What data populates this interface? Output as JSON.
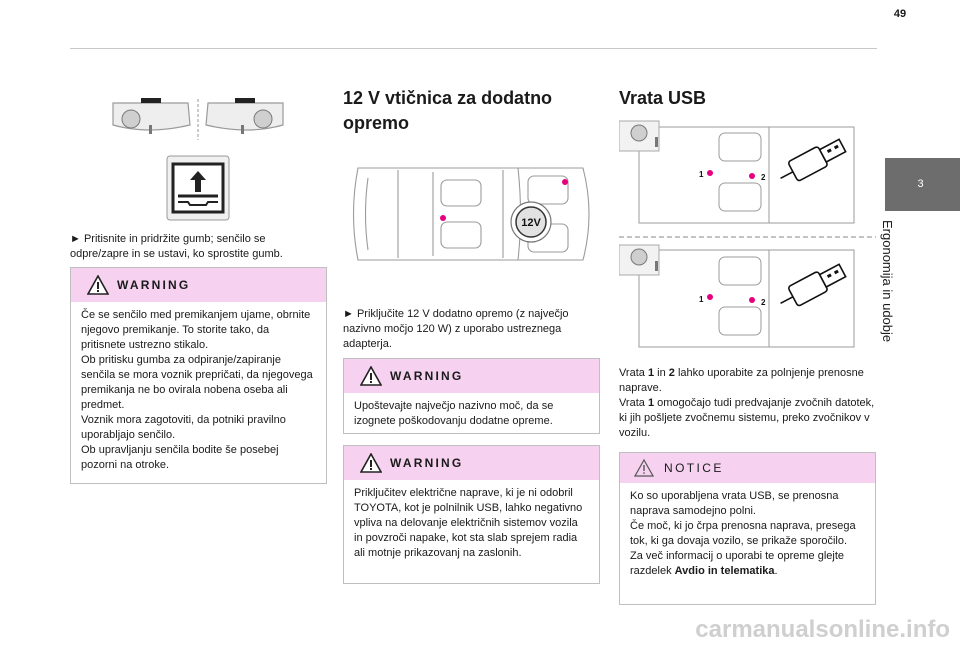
{
  "page": {
    "number": "49",
    "chapter_number": "3",
    "chapter_title": "Ergonomija in udobje",
    "watermark": "carmanualsonline.info"
  },
  "sunshade": {
    "instruction": "► Pritisnite in pridržite gumb; senčilo se odpre/zapre in se ustavi, ko sprostite gumb.",
    "warning_label": "WARNING",
    "warning_text": "Če se senčilo med premikanjem ujame, obrnite njegovo premikanje. To storite tako, da pritisnete ustrezno stikalo.\nOb pritisku gumba za odpiranje/zapiranje senčila se mora voznik prepričati, da njegovega premikanja ne bo ovirala nobena oseba ali predmet.\nVoznik mora zagotoviti, da potniki pravilno uporabljajo senčilo.\nOb upravljanju senčila bodite še posebej pozorni na otroke."
  },
  "socket": {
    "title": " 12 V vtičnica za dodatno\nopremo",
    "socket_label": "12V",
    "instruction": "► Priključite 12 V dodatno opremo (z največjo nazivno močjo 120 W) z uporabo ustreznega adapterja.",
    "warning1_label": "WARNING",
    "warning1_text": "Upoštevajte največjo nazivno moč, da se izognete poškodovanju dodatne opreme.",
    "warning2_label": "WARNING",
    "warning2_text": "Priključitev električne naprave, ki je ni odobril TOYOTA, kot je polnilnik USB, lahko negativno vpliva na delovanje električnih sistemov vozila in povzroči napake, kot sta slab sprejem radia ali motnje prikazovanj na zaslonih."
  },
  "usb": {
    "title": "Vrata USB",
    "port1_label": "1",
    "port2_label": "2",
    "port1b_label": "1",
    "port2b_label": "2",
    "text_p1": "Vrata ",
    "text_n1": "1",
    "text_p2": " in ",
    "text_n2": "2",
    "text_p3": " lahko uporabite za polnjenje prenosne naprave.",
    "text_p4": "Vrata ",
    "text_n3": "1",
    "text_p5": " omogočajo tudi predvajanje zvočnih datotek, ki jih pošljete zvočnemu sistemu, preko zvočnikov v vozilu.",
    "notice_label": "NOTICE",
    "notice_text": "Ko so uporabljena vrata USB, se prenosna naprava samodejno polni.\nČe moč, ki jo črpa prenosna naprava, presega tok, ki ga dovaja vozilo, se prikaže sporočilo.\nZa več informacij o uporabi te opreme glejte razdelek ",
    "notice_bold": "Avdio in telematika",
    "notice_end": "."
  },
  "colors": {
    "accent_pink": "#e6007e",
    "box_header": "#f7d2f0",
    "tab_gray": "#6d6d6d"
  }
}
